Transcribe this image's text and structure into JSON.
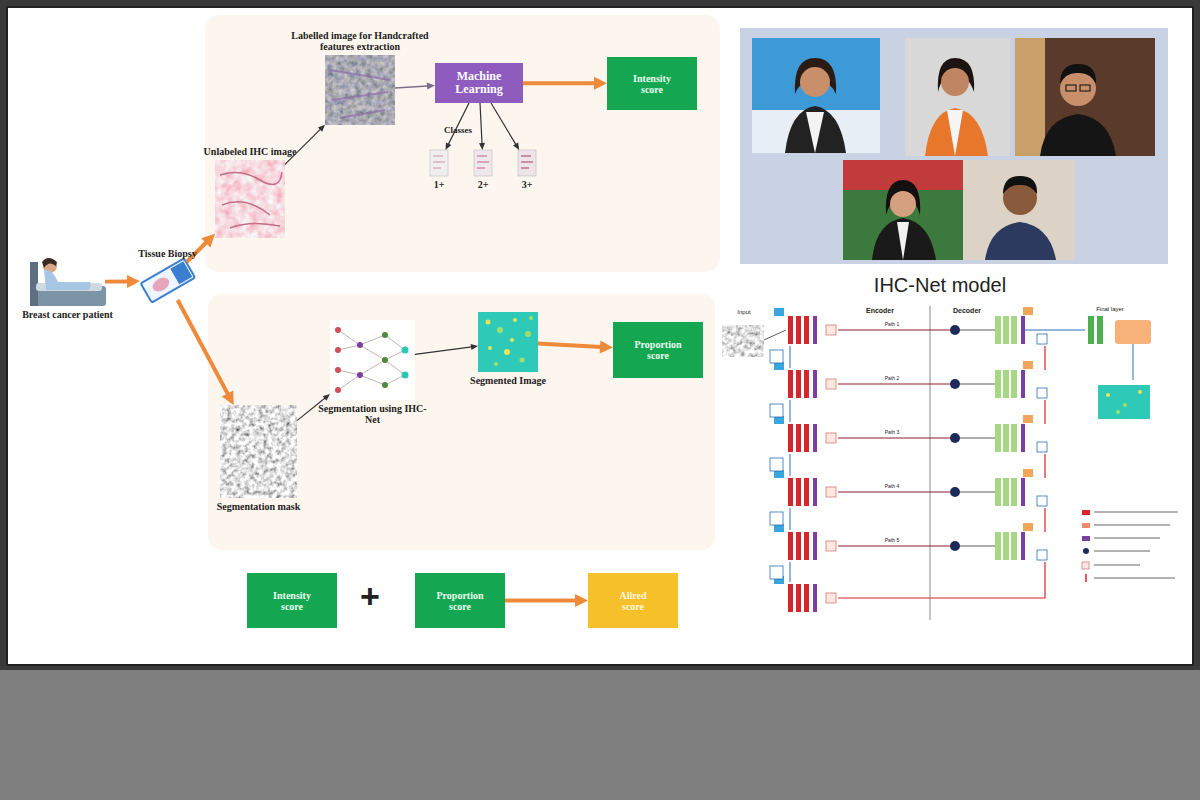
{
  "diagram": {
    "nodes": [
      {
        "text": [
          "Breast cancer patient"
        ]
      },
      {
        "text": [
          "Tissue Biopsy"
        ]
      },
      {
        "text": [
          "Unlabeled IHC image"
        ]
      },
      {
        "text": [
          "Labelled image for Handcrafted features extraction"
        ]
      },
      {
        "text": [
          "Machine Learning"
        ]
      },
      {
        "text": [
          "1+"
        ]
      },
      {
        "text": [
          "2+"
        ]
      },
      {
        "text": [
          "3+"
        ]
      },
      {
        "text": [
          "Intensity score"
        ]
      },
      {
        "text": [
          "Segmentation mask"
        ]
      },
      {
        "text": [
          "Segmentation using IHC-Net"
        ]
      },
      {
        "text": [
          "Segmented Image"
        ]
      },
      {
        "text": [
          "Proportion score"
        ]
      },
      {
        "text": [
          "Intensity score"
        ]
      },
      {
        "text": [
          "Proportion score"
        ]
      },
      {
        "text": [
          "Allred score"
        ]
      }
    ],
    "edges": [
      {
        "from": 0,
        "to": 1,
        "arrow": "to"
      },
      {
        "from": 1,
        "to": 2,
        "arrow": "to"
      },
      {
        "from": 1,
        "to": 9,
        "arrow": "to"
      },
      {
        "from": 2,
        "to": 3,
        "arrow": "to"
      },
      {
        "from": 3,
        "to": 4,
        "arrow": "to"
      },
      {
        "from": 4,
        "to": 8,
        "arrow": "to"
      },
      {
        "from": 4,
        "to": 5,
        "arrow": "to"
      },
      {
        "from": 4,
        "to": 6,
        "arrow": "to"
      },
      {
        "from": 4,
        "to": 7,
        "arrow": "to"
      },
      {
        "from": 9,
        "to": 10,
        "arrow": "to"
      },
      {
        "from": 10,
        "to": 11,
        "arrow": "to"
      },
      {
        "from": 11,
        "to": 12,
        "arrow": "to"
      },
      {
        "from": 14,
        "to": 15,
        "arrow": "to"
      }
    ],
    "labels": [
      "Classes",
      "+",
      "IHC-Net model",
      "Input",
      "Encoder",
      "Decoder",
      "Final layer",
      "Path 1",
      "Path 2",
      "Path 3",
      "Path 4",
      "Path 5"
    ]
  }
}
